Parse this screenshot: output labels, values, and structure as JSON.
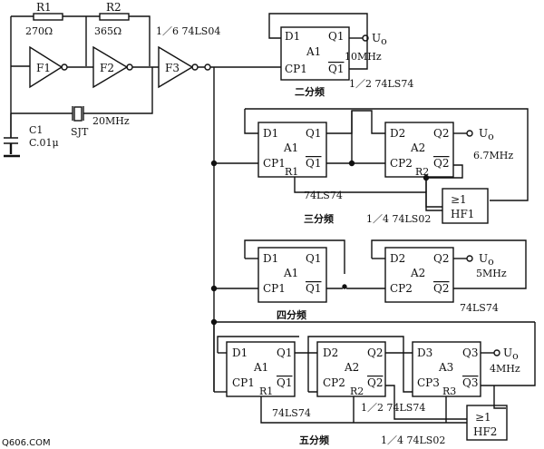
{
  "oscillator": {
    "r1_name": "R1",
    "r1_value": "270Ω",
    "r2_name": "R2",
    "r2_value": "365Ω",
    "gate_part": "1／6 74LS04",
    "f1": "F1",
    "f2": "F2",
    "f3": "F3",
    "c1_name": "C1",
    "c1_value": "C.01μ",
    "crystal_name": "SJT",
    "crystal_freq": "20MHz"
  },
  "div2": {
    "d1": "D1",
    "a1": "A1",
    "q1": "Q1",
    "cp1": "CP1",
    "nq1": "Q1",
    "uo": "U",
    "freq": "10MHz",
    "caption": "二分频",
    "part": "1／2 74LS74"
  },
  "div3": {
    "d1": "D1",
    "a1": "A1",
    "q1": "Q1",
    "cp1": "CP1",
    "r1": "R1",
    "nq1": "Q1",
    "d2": "D2",
    "a2": "A2",
    "q2": "Q2",
    "cp2": "CP2",
    "r2": "R2",
    "nq2": "Q2",
    "uo": "U",
    "freq": "6.7MHz",
    "part1": "74LS74",
    "caption": "三分频",
    "gate_label": "≥1",
    "gate_name": "HF1",
    "gate_part": "1／4 74LS02"
  },
  "div4": {
    "d1": "D1",
    "a1": "A1",
    "q1": "Q1",
    "cp1": "CP1",
    "nq1": "Q1",
    "d2": "D2",
    "a2": "A2",
    "q2": "Q2",
    "cp2": "CP2",
    "nq2": "Q2",
    "uo": "U",
    "freq": "5MHz",
    "part": "74LS74",
    "caption": "四分频"
  },
  "div5": {
    "d1": "D1",
    "a1": "A1",
    "q1": "Q1",
    "cp1": "CP1",
    "r1": "R1",
    "nq1": "Q1",
    "d2": "D2",
    "a2": "A2",
    "q2": "Q2",
    "cp2": "CP2",
    "r2": "R2",
    "nq2": "Q2",
    "d3": "D3",
    "a3": "A3",
    "q3": "Q3",
    "cp3": "CP3",
    "r3": "R3",
    "nq3": "Q3",
    "uo": "U",
    "freq": "4MHz",
    "part1": "74LS74",
    "part2": "1／2 74LS74",
    "gate_label": "≥1",
    "gate_name": "HF2",
    "caption": "五分频",
    "gate_part": "1／4 74LS02"
  },
  "subscript_o": "o",
  "watermark": "Q606.COM"
}
